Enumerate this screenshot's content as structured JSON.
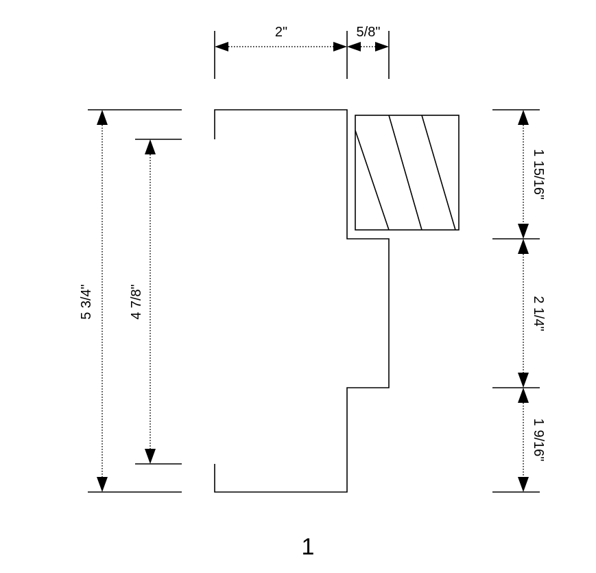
{
  "drawing": {
    "figure_label": "1",
    "dimensions": {
      "top_width_left": "2\"",
      "top_width_right": "5/8\"",
      "overall_height": "5 3/4\"",
      "inner_height": "4 7/8\"",
      "right_upper": "1 15/16\"",
      "right_middle": "2 1/4\"",
      "right_lower": "1 9/16\""
    }
  }
}
